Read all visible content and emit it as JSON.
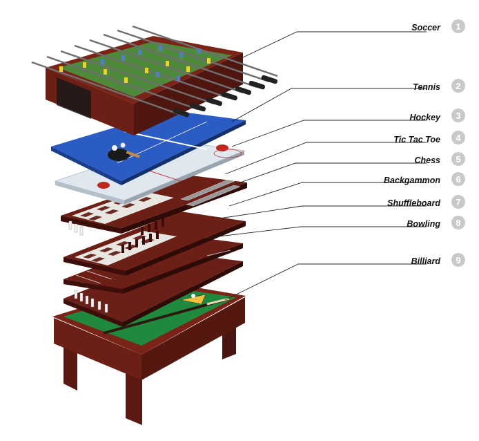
{
  "labels": [
    {
      "num": "1",
      "text": "Soccer"
    },
    {
      "num": "2",
      "text": "Tennis"
    },
    {
      "num": "3",
      "text": "Hockey"
    },
    {
      "num": "4",
      "text": "Tic Tac Toe"
    },
    {
      "num": "5",
      "text": "Chess"
    },
    {
      "num": "6",
      "text": "Backgammon"
    },
    {
      "num": "7",
      "text": "Shuffleboard"
    },
    {
      "num": "8",
      "text": "Bowling"
    },
    {
      "num": "9",
      "text": "Billiard"
    }
  ],
  "colors": {
    "wood": "#6b1f15",
    "wood_dark": "#3e0f0a",
    "soccer_field": "#4f8a3c",
    "tennis": "#2a5cc4",
    "hockey": "#dfe7ef",
    "felt": "#1f8a3d",
    "chess_light": "#e8e6e0",
    "chess_dark": "#6a2a22",
    "badge": "#c9c9c9"
  }
}
